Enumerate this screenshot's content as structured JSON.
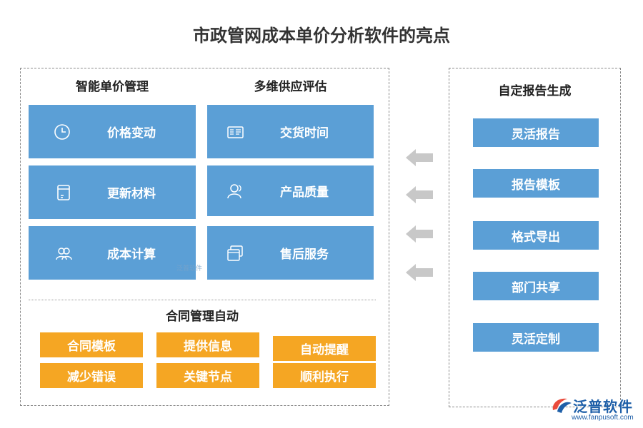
{
  "title": "市政管网成本单价分析软件的亮点",
  "left": {
    "section1_title": "智能单价管理",
    "section2_title": "多维供应评估",
    "section3_title": "合同管理自动",
    "col1": [
      {
        "label": "价格变动",
        "icon": "clock-icon"
      },
      {
        "label": "更新材料",
        "icon": "document-icon"
      },
      {
        "label": "成本计算",
        "icon": "people-icon"
      }
    ],
    "col2": [
      {
        "label": "交货时间",
        "icon": "id-card-icon"
      },
      {
        "label": "产品质量",
        "icon": "person-icon"
      },
      {
        "label": "售后服务",
        "icon": "windows-icon"
      }
    ],
    "contract": [
      "合同模板",
      "提供信息",
      "自动提醒",
      "减少错误",
      "关键节点",
      "顺利执行"
    ]
  },
  "right": {
    "title": "自定报告生成",
    "items": [
      "灵活报告",
      "报告模板",
      "格式导出",
      "部门共享",
      "灵活定制"
    ]
  },
  "logo": {
    "name": "泛普软件",
    "url": "www.fanpusoft.com"
  },
  "watermark": "泛普软件",
  "colors": {
    "blue": "#5b9fd6",
    "orange": "#f5a623",
    "arrow": "#c8c8c8",
    "brand": "#1e5fa8"
  }
}
